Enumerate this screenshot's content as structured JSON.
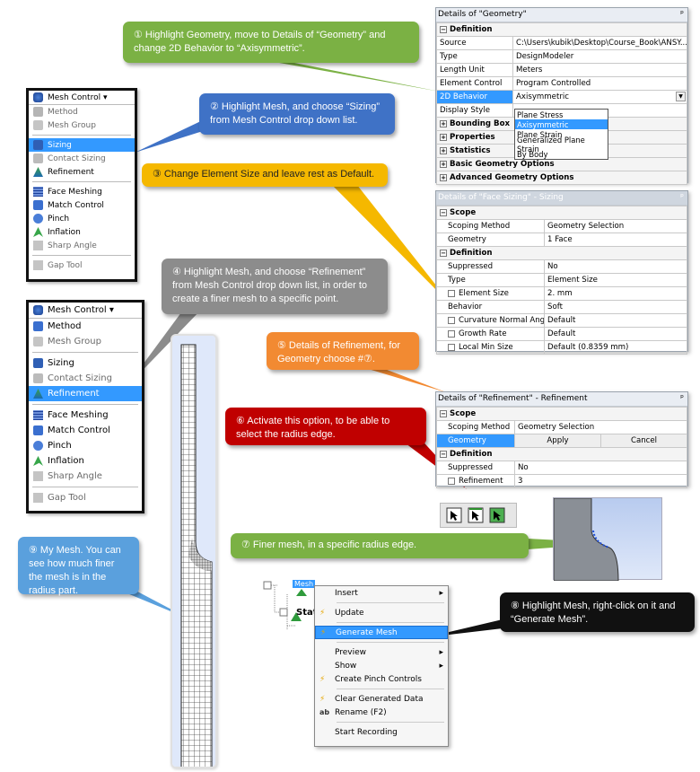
{
  "callouts": {
    "c1": "① Highlight Geometry, move to Details of “Geometry” and change 2D Behavior to “Axisymmetric”.",
    "c2": "② Highlight Mesh, and choose “Sizing” from Mesh Control drop down list.",
    "c3": "③ Change Element Size and leave rest as Default.",
    "c4": "④ Highlight Mesh, and choose “Refinement” from Mesh Control drop down list, in order to create a finer mesh to a specific point.",
    "c5": "⑤ Details of Refinement, for Geometry choose #⑦.",
    "c6": "⑥ Activate this option, to be able to select the radius edge.",
    "c7": "⑦ Finer mesh, in a specific radius edge.",
    "c8": "⑧ Highlight Mesh, right-click on it and “Generate Mesh”.",
    "c9": "⑨ My Mesh. You can see how much finer the mesh is in the radius part."
  },
  "geometry_panel": {
    "title": "Details of \"Geometry\"",
    "pin": "ᵖ",
    "section_definition": "Definition",
    "rows": [
      {
        "k": "Source",
        "v": "C:\\Users\\kubik\\Desktop\\Course_Book\\ANSY..."
      },
      {
        "k": "Type",
        "v": "DesignModeler"
      },
      {
        "k": "Length Unit",
        "v": "Meters"
      },
      {
        "k": "Element Control",
        "v": "Program Controlled"
      },
      {
        "k": "2D Behavior",
        "v": "Axisymmetric"
      },
      {
        "k": "Display Style",
        "v": ""
      }
    ],
    "dropdown_options": [
      "Plane Stress",
      "Axisymmetric",
      "Plane Strain",
      "Generalized Plane Strain",
      "By Body"
    ],
    "sections": [
      "Bounding Box",
      "Properties",
      "Statistics",
      "Basic Geometry Options",
      "Advanced Geometry Options"
    ]
  },
  "sizing_panel": {
    "title": "Details of \"Face Sizing\" - Sizing",
    "pin": "ᵖ",
    "scope": "Scope",
    "scoping_method_k": "Scoping Method",
    "scoping_method_v": "Geometry Selection",
    "geometry_k": "Geometry",
    "geometry_v": "1 Face",
    "definition": "Definition",
    "rows": [
      {
        "k": "Suppressed",
        "v": "No"
      },
      {
        "k": "Type",
        "v": "Element Size"
      },
      {
        "k": "Element Size",
        "v": "2. mm"
      },
      {
        "k": "Behavior",
        "v": "Soft"
      },
      {
        "k": "Curvature Normal Angle",
        "v": "Default"
      },
      {
        "k": "Growth Rate",
        "v": "Default"
      },
      {
        "k": "Local Min Size",
        "v": "Default (0.8359 mm)"
      }
    ]
  },
  "refinement_panel": {
    "title": "Details of \"Refinement\" - Refinement",
    "pin": "ᵖ",
    "scope": "Scope",
    "scoping_method_k": "Scoping Method",
    "scoping_method_v": "Geometry Selection",
    "geometry_k": "Geometry",
    "apply": "Apply",
    "cancel": "Cancel",
    "definition": "Definition",
    "suppressed_k": "Suppressed",
    "suppressed_v": "No",
    "refinement_k": "Refinement",
    "refinement_v": "3"
  },
  "mesh_menu_small": {
    "header": "Mesh Control ▾",
    "items": [
      "Method",
      "Mesh Group",
      "Sizing",
      "Contact Sizing",
      "Refinement",
      "Face Meshing",
      "Match Control",
      "Pinch",
      "Inflation",
      "Sharp Angle",
      "Gap Tool"
    ]
  },
  "mesh_menu_large": {
    "header": "Mesh Control ▾",
    "items": [
      "Method",
      "Mesh Group",
      "Sizing",
      "Contact Sizing",
      "Refinement",
      "Face Meshing",
      "Match Control",
      "Pinch",
      "Inflation",
      "Sharp Angle",
      "Gap Tool"
    ]
  },
  "tree": {
    "mesh": "Mesh",
    "stat": "Stat"
  },
  "context_menu": {
    "insert": "Insert",
    "update": "Update",
    "generate": "Generate Mesh",
    "preview": "Preview",
    "show": "Show",
    "pinch": "Create Pinch Controls",
    "clear": "Clear Generated Data",
    "rename": "Rename (F2)",
    "record": "Start Recording"
  },
  "colors": {
    "green": "#7bb144",
    "blue": "#3f72c6",
    "yellow": "#f5b800",
    "gray": "#8c8c8c",
    "orange": "#f28a32",
    "red": "#c00000",
    "black": "#111111",
    "lightblue": "#5aa0dd",
    "selection": "#3399ff"
  }
}
